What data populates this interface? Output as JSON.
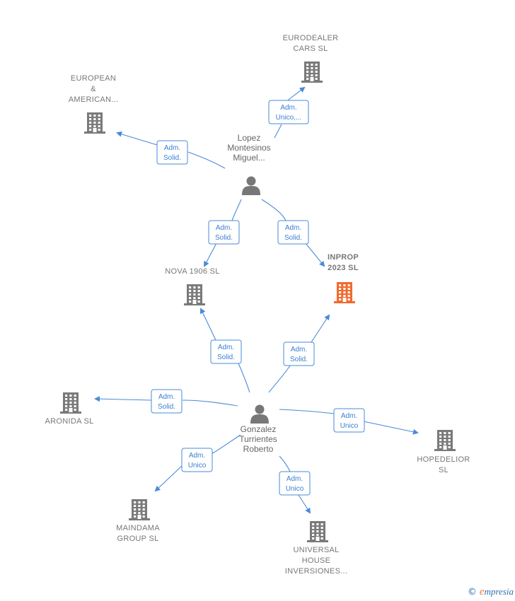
{
  "colors": {
    "edge": "#4a8ad8",
    "company": "#7a7a7a",
    "focus_company": "#f26a2e",
    "person": "#777777"
  },
  "nodes": [
    {
      "id": "eurodealer",
      "kind": "company",
      "lines": [
        "EURODEALER",
        "CARS  SL"
      ]
    },
    {
      "id": "european",
      "kind": "company",
      "lines": [
        "EUROPEAN",
        "&",
        "AMERICAN..."
      ]
    },
    {
      "id": "lopez",
      "kind": "person",
      "lines": [
        "Lopez",
        "Montesinos",
        "Miguel..."
      ]
    },
    {
      "id": "nova",
      "kind": "company",
      "lines": [
        "NOVA 1906  SL"
      ]
    },
    {
      "id": "inprop",
      "kind": "company",
      "focus": true,
      "lines": [
        "INPROP",
        "2023  SL"
      ]
    },
    {
      "id": "aronida",
      "kind": "company",
      "lines": [
        "ARONIDA  SL"
      ]
    },
    {
      "id": "gonzalez",
      "kind": "person",
      "lines": [
        "Gonzalez",
        "Turrientes",
        "Roberto"
      ]
    },
    {
      "id": "hopedelior",
      "kind": "company",
      "lines": [
        "HOPEDELIOR",
        "SL"
      ]
    },
    {
      "id": "maindama",
      "kind": "company",
      "lines": [
        "MAINDAMA",
        "GROUP  SL"
      ]
    },
    {
      "id": "universal",
      "kind": "company",
      "lines": [
        "UNIVERSAL",
        "HOUSE",
        "INVERSIONES..."
      ]
    }
  ],
  "edges": [
    {
      "from": "lopez",
      "to": "eurodealer",
      "label": [
        "Adm.",
        "Unico,..."
      ]
    },
    {
      "from": "lopez",
      "to": "european",
      "label": [
        "Adm.",
        "Solid."
      ]
    },
    {
      "from": "lopez",
      "to": "nova",
      "label": [
        "Adm.",
        "Solid."
      ]
    },
    {
      "from": "lopez",
      "to": "inprop",
      "label": [
        "Adm.",
        "Solid."
      ]
    },
    {
      "from": "gonzalez",
      "to": "nova",
      "label": [
        "Adm.",
        "Solid."
      ]
    },
    {
      "from": "gonzalez",
      "to": "inprop",
      "label": [
        "Adm.",
        "Solid."
      ]
    },
    {
      "from": "gonzalez",
      "to": "aronida",
      "label": [
        "Adm.",
        "Solid."
      ]
    },
    {
      "from": "gonzalez",
      "to": "hopedelior",
      "label": [
        "Adm.",
        "Unico"
      ]
    },
    {
      "from": "gonzalez",
      "to": "maindama",
      "label": [
        "Adm.",
        "Unico"
      ]
    },
    {
      "from": "gonzalez",
      "to": "universal",
      "label": [
        "Adm.",
        "Unico"
      ]
    }
  ],
  "footer": {
    "copyright_symbol": "©",
    "brand_initial": "e",
    "brand_rest": "mpresia"
  }
}
